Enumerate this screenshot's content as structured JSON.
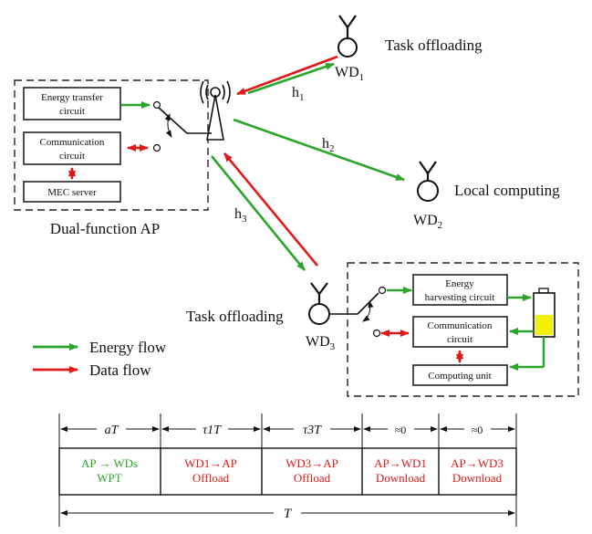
{
  "colors": {
    "energy": "#2aa52a",
    "data": "#e01818",
    "battery_fill": "#f2f200"
  },
  "ap": {
    "title": "Dual-function AP",
    "energy_circuit": "Energy transfer circuit",
    "energy_circuit_lines": [
      "Energy transfer",
      "circuit"
    ],
    "comm_circuit_lines": [
      "Communication",
      "circuit"
    ],
    "mec_server": "MEC server"
  },
  "devices": {
    "wd1": {
      "name": "WD",
      "sub": "1",
      "role": "Task offloading"
    },
    "wd2": {
      "name": "WD",
      "sub": "2",
      "role": "Local computing"
    },
    "wd3": {
      "name": "WD",
      "sub": "3",
      "role": "Task offloading"
    }
  },
  "channels": {
    "h1": {
      "name": "h",
      "sub": "1"
    },
    "h2": {
      "name": "h",
      "sub": "2"
    },
    "h3": {
      "name": "h",
      "sub": "3"
    }
  },
  "wd3_box": {
    "harvest_lines": [
      "Energy",
      "harvesting circuit"
    ],
    "comm_lines": [
      "Communication",
      "circuit"
    ],
    "computing": "Computing unit"
  },
  "legend": {
    "energy": "Energy flow",
    "data": "Data flow"
  },
  "timeline": {
    "headers": [
      "aT",
      "τ1T",
      "τ3T",
      "≈0",
      "≈0"
    ],
    "total": "T",
    "slots": [
      {
        "line1": "AP → WDs",
        "line2": "WPT",
        "color": "energy"
      },
      {
        "line1": "WD1→AP",
        "line2": "Offload",
        "color": "data"
      },
      {
        "line1": "WD3→AP",
        "line2": "Offload",
        "color": "data"
      },
      {
        "line1": "AP→WD1",
        "line2": "Download",
        "color": "data"
      },
      {
        "line1": "AP→WD3",
        "line2": "Download",
        "color": "data"
      }
    ]
  }
}
